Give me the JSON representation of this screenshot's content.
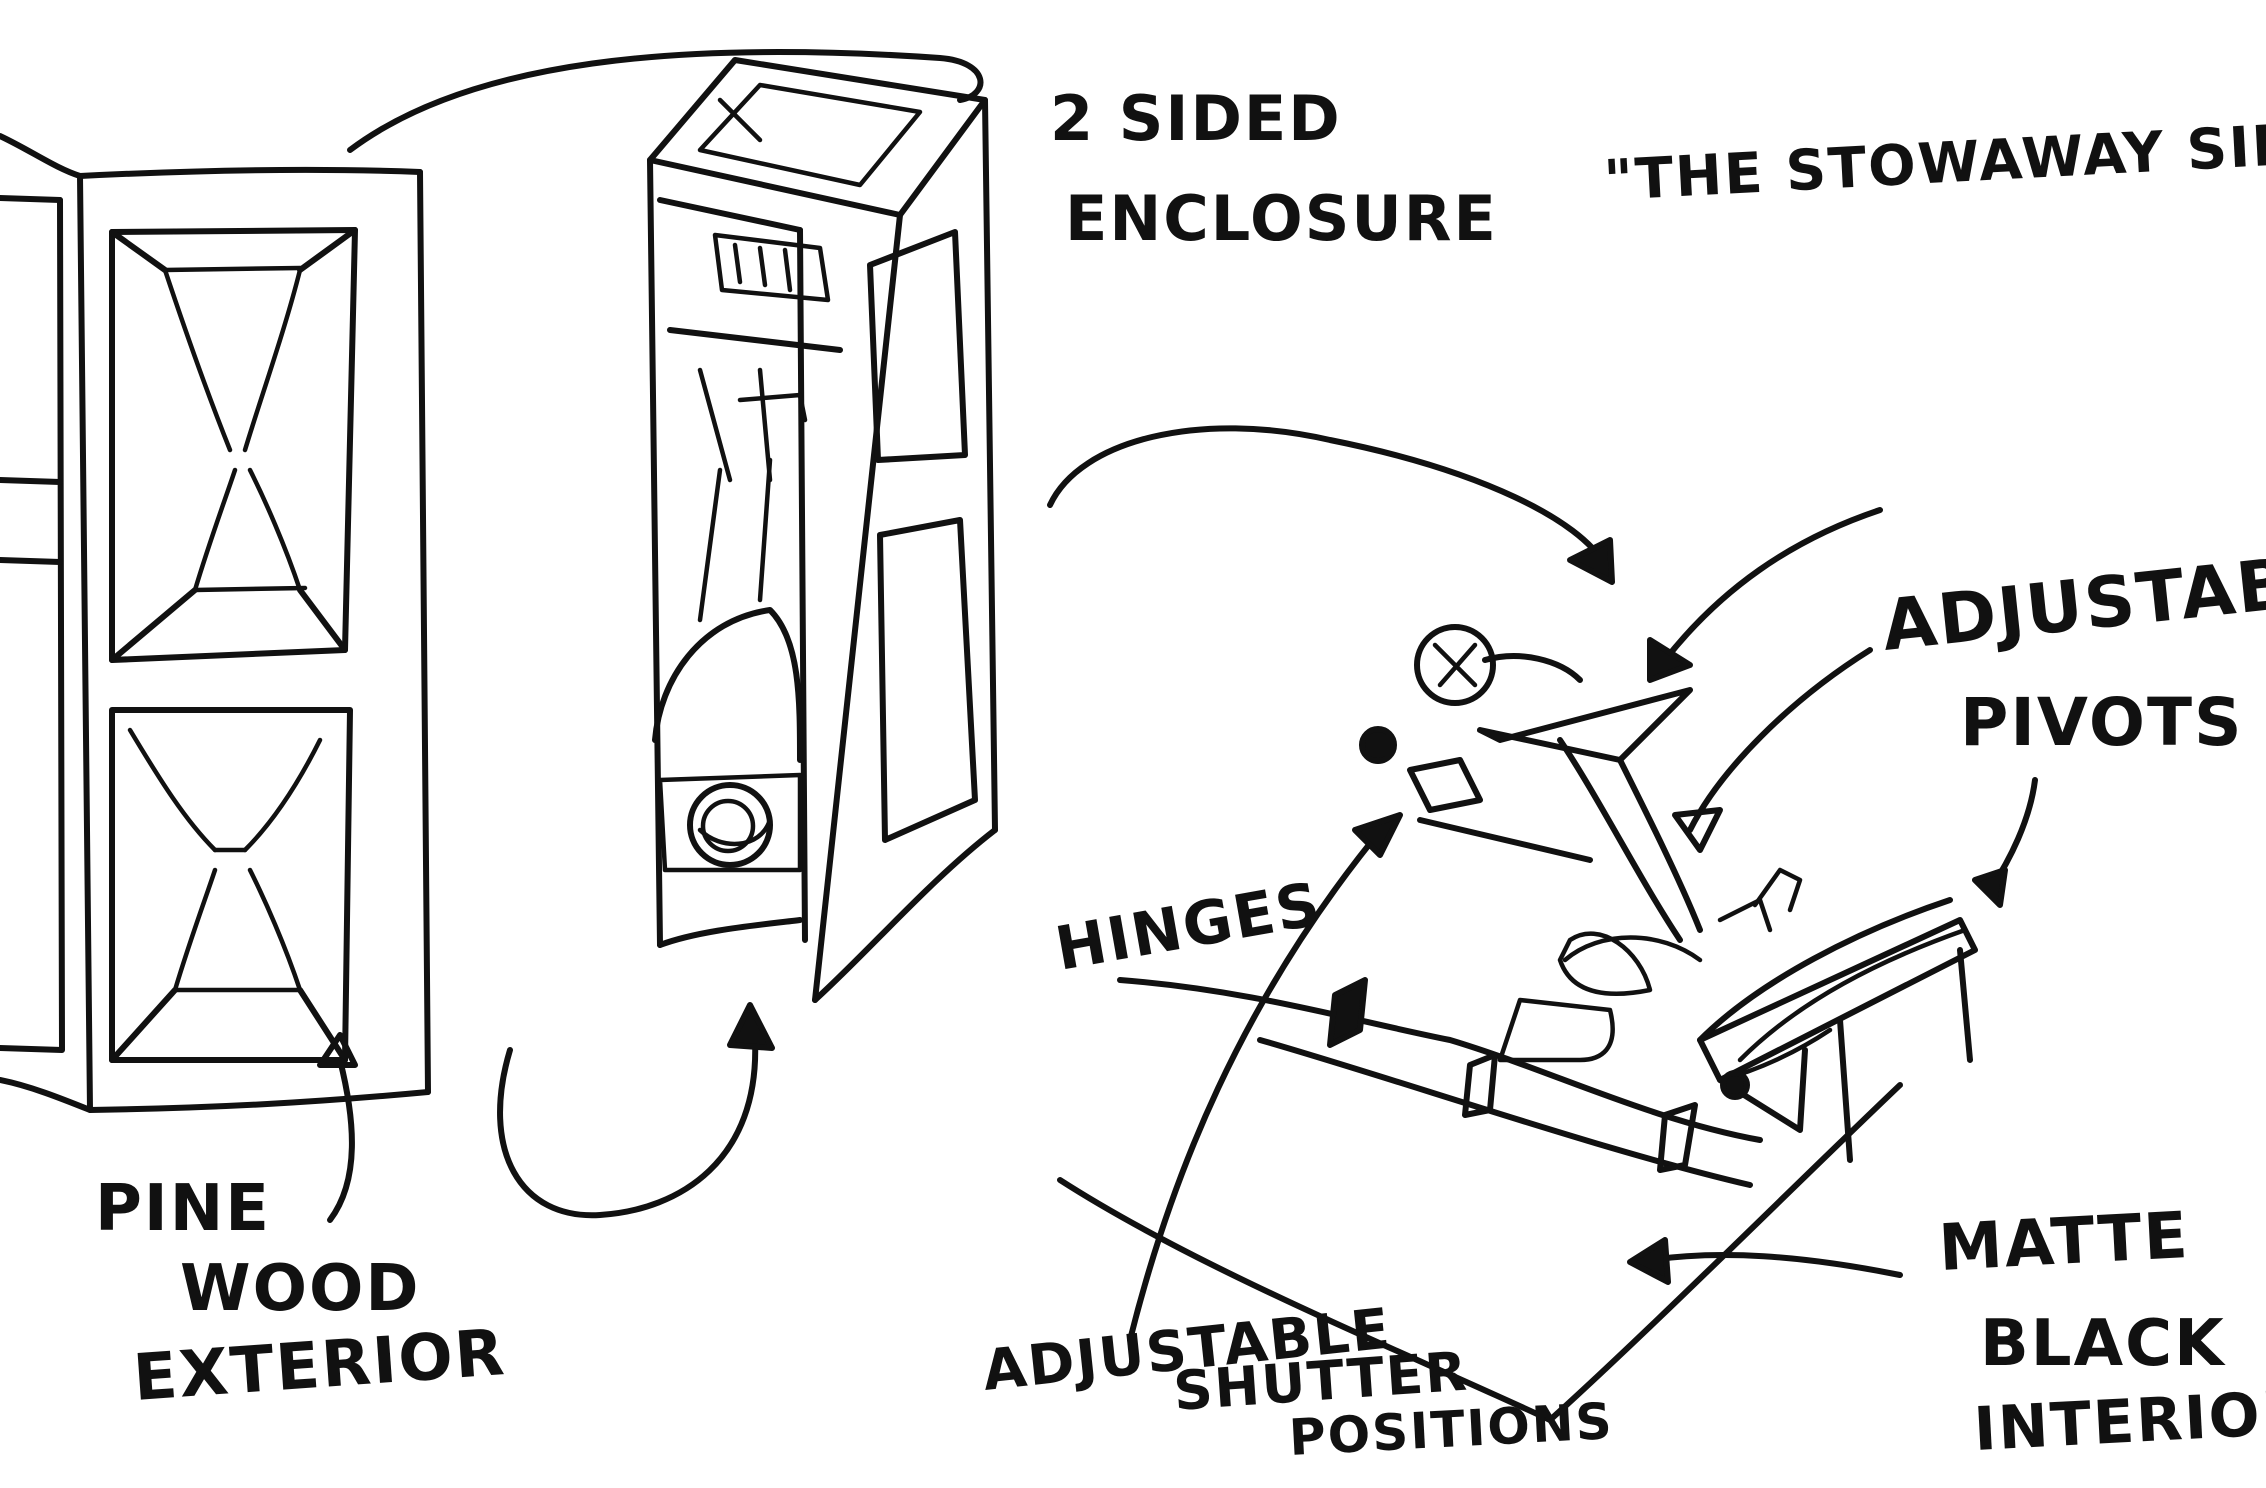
{
  "title": "\"THE STOWAWAY SIMULATOR\"",
  "labels": {
    "enclosure": [
      "2 SIDED",
      "ENCLOSURE"
    ],
    "pine_wood": [
      "PINE",
      "WOOD",
      "EXTERIOR"
    ],
    "adjustable_pivots": [
      "ADJUSTABLE",
      "PIVOTS"
    ],
    "hinges": "HINGES",
    "matte_black": [
      "MATTE",
      "BLACK",
      "INTERIOR"
    ],
    "shutter": [
      "ADJUSTABLE",
      "SHUTTER",
      "POSITIONS"
    ]
  },
  "colors": {
    "ink": "#111111",
    "paper": "#ffffff"
  }
}
